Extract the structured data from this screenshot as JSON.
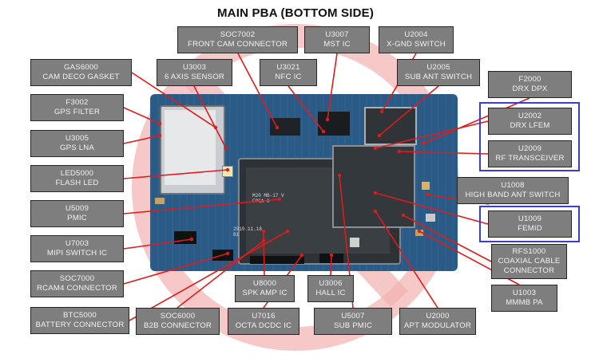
{
  "title": "MAIN PBA (BOTTOM SIDE)",
  "labels": [
    {
      "code": "SOC7002",
      "name": "FRONT CAM CONNECTOR"
    },
    {
      "code": "U3007",
      "name": "MST IC"
    },
    {
      "code": "U2004",
      "name": "X-GND SWITCH"
    },
    {
      "code": "GAS6000",
      "name": "CAM DECO GASKET"
    },
    {
      "code": "U3003",
      "name": "6 AXIS SENSOR"
    },
    {
      "code": "U3021",
      "name": "NFC IC"
    },
    {
      "code": "U2005",
      "name": "SUB ANT SWITCH"
    },
    {
      "code": "F2000",
      "name": "DRX DPX"
    },
    {
      "code": "F3002",
      "name": "GPS FILTER"
    },
    {
      "code": "U2002",
      "name": "DRX LFEM"
    },
    {
      "code": "U3005",
      "name": "GPS LNA"
    },
    {
      "code": "U2009",
      "name": "RF TRANSCEIVER"
    },
    {
      "code": "LED5000",
      "name": "FLASH LED"
    },
    {
      "code": "U1008",
      "name": "HIGH BAND ANT SWITCH"
    },
    {
      "code": "U5009",
      "name": "PMIC"
    },
    {
      "code": "U1009",
      "name": "FEMID"
    },
    {
      "code": "U7003",
      "name": "MIPI SWITCH IC"
    },
    {
      "code": "RFS1000",
      "name": "COAXIAL CABLE CONNECTOR"
    },
    {
      "code": "SOC7000",
      "name": "RCAM4 CONNECTOR"
    },
    {
      "code": "U8000",
      "name": "SPK AMP IC"
    },
    {
      "code": "U3006",
      "name": "HALL IC"
    },
    {
      "code": "U1003",
      "name": "MMMB PA"
    },
    {
      "code": "BTC5000",
      "name": "BATTERY CONNECTOR"
    },
    {
      "code": "SOC6000",
      "name": "B2B CONNECTOR"
    },
    {
      "code": "U7016",
      "name": "OCTA DCDC IC"
    },
    {
      "code": "U5007",
      "name": "SUB PMIC"
    },
    {
      "code": "U2000",
      "name": "APT MODULATOR"
    }
  ],
  "board_print": [
    "M20 MB-17 V",
    "FPGA-0",
    "2019.11.18",
    "B1"
  ],
  "colors": {
    "board": "#2a5a86",
    "label_fill": "#7e7e7e",
    "label_text": "#f2f2f2",
    "leader": "#e01b1b",
    "highlight": "#3b3fc8",
    "watermark": "#d93a3a"
  }
}
